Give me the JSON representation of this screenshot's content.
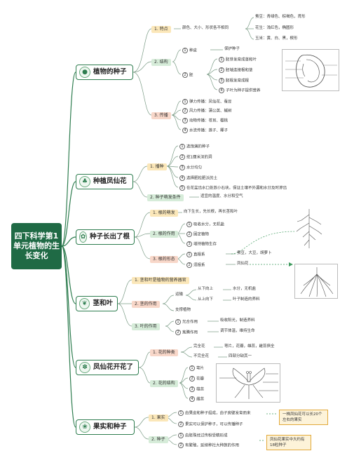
{
  "root": {
    "title": "四下科学第1单元植物的生长变化"
  },
  "colors": {
    "root": "#1f6a45",
    "branch": "#2e7d4f",
    "sub_yellow": "#fbe7b9",
    "sub_green": "#d6ecd9",
    "sub_pink": "#f8d7c9"
  },
  "s1": {
    "title": "植物的种子",
    "icon": "seed-icon",
    "b1": "1. 特点",
    "b1_text": "颜色、大小、形状各不相同",
    "b1_items": [
      "蚕豆：青绿色、棕褐色，肾形",
      "花生：浅红色，椭圆形",
      "玉米：黄、白、黑，楔形"
    ],
    "b2": "2. 结构",
    "seed_coat": "种皮",
    "seed_coat_text": "保护种子",
    "embryo": "胚",
    "embryo_items": [
      "胚芽发育成茎和叶",
      "胚轴连接根和茎",
      "胚根发育成根",
      "子叶为种子提供营养"
    ],
    "b3": "3. 传播",
    "b3_items": [
      "弹力传播：凤仙花、蚕豆",
      "风力传播：蒲公英、槭树",
      "动物传播：苍耳、樱桃",
      "水流传播：莲子、椰子"
    ]
  },
  "s2": {
    "title": "种植凤仙花",
    "b1": "1. 播种",
    "b1_items": [
      "选饱满的种子",
      "挖1厘米深的洞",
      "水分均匀",
      "选择肥松肥沃的土",
      "在花盆出水口处放小石块，保证土壤不外漏和水分及时渗出"
    ],
    "b2": "2. 种子萌发条件",
    "b2_text": "适宜的温度、水分和空气"
  },
  "s3": {
    "title": "种子长出了根",
    "b1": "1. 根的萌发",
    "b1_text": "向下生长，先长根，再长茎和叶",
    "b2": "2. 根的作用",
    "b2_items": [
      "吸收水分，无机盐",
      "固定植物",
      "增持植物生存"
    ],
    "b3": "3. 根的形态",
    "b3_items": [
      {
        "k": "直根系",
        "v": "蚕豆，大豆，胡萝卜"
      },
      {
        "k": "须根系",
        "v": "凤仙花"
      }
    ]
  },
  "s4": {
    "title": "茎和叶",
    "b1": "1. 茎和叶是植物的营养器官",
    "b2": "2. 茎的作用",
    "transport": "运输",
    "up": "从下向上",
    "up_text": "水分，无机盐",
    "down": "从上向下",
    "down_text": "叶子制造的养料",
    "support": "支撑植物",
    "b3": "3. 叶的作用",
    "b3_items": [
      {
        "k": "光合作用",
        "v": "吸收阳光，制造养料"
      },
      {
        "k": "蒸腾作用",
        "v": "调节体温，维持生命"
      }
    ]
  },
  "s5": {
    "title": "凤仙花开花了",
    "b1": "1. 花的种类",
    "complete": "完全花",
    "complete_text": "萼片，花瓣，雄蕊，雌蕊俱全",
    "incomplete": "不完全花",
    "incomplete_text": "四部分缺其一",
    "b2": "2. 花的结构",
    "b2_items": [
      "萼片",
      "花瓣",
      "雄蕊",
      "雌蕊"
    ]
  },
  "s6": {
    "title": "果实和种子",
    "b1": "1. 果实",
    "b1_items": [
      "由果皮和种子组成，由子房壁发育而来",
      "果实可以保护种子，可以传播种子"
    ],
    "b2": "2. 种子",
    "b2_items": [
      "由胚珠经过传粉受精形成",
      "有繁殖，延续种社大种族的作用"
    ],
    "note1": "一株凤仙花可以长20个左右的果实",
    "note2": "凤仙花果实中大约有18粒种子"
  }
}
